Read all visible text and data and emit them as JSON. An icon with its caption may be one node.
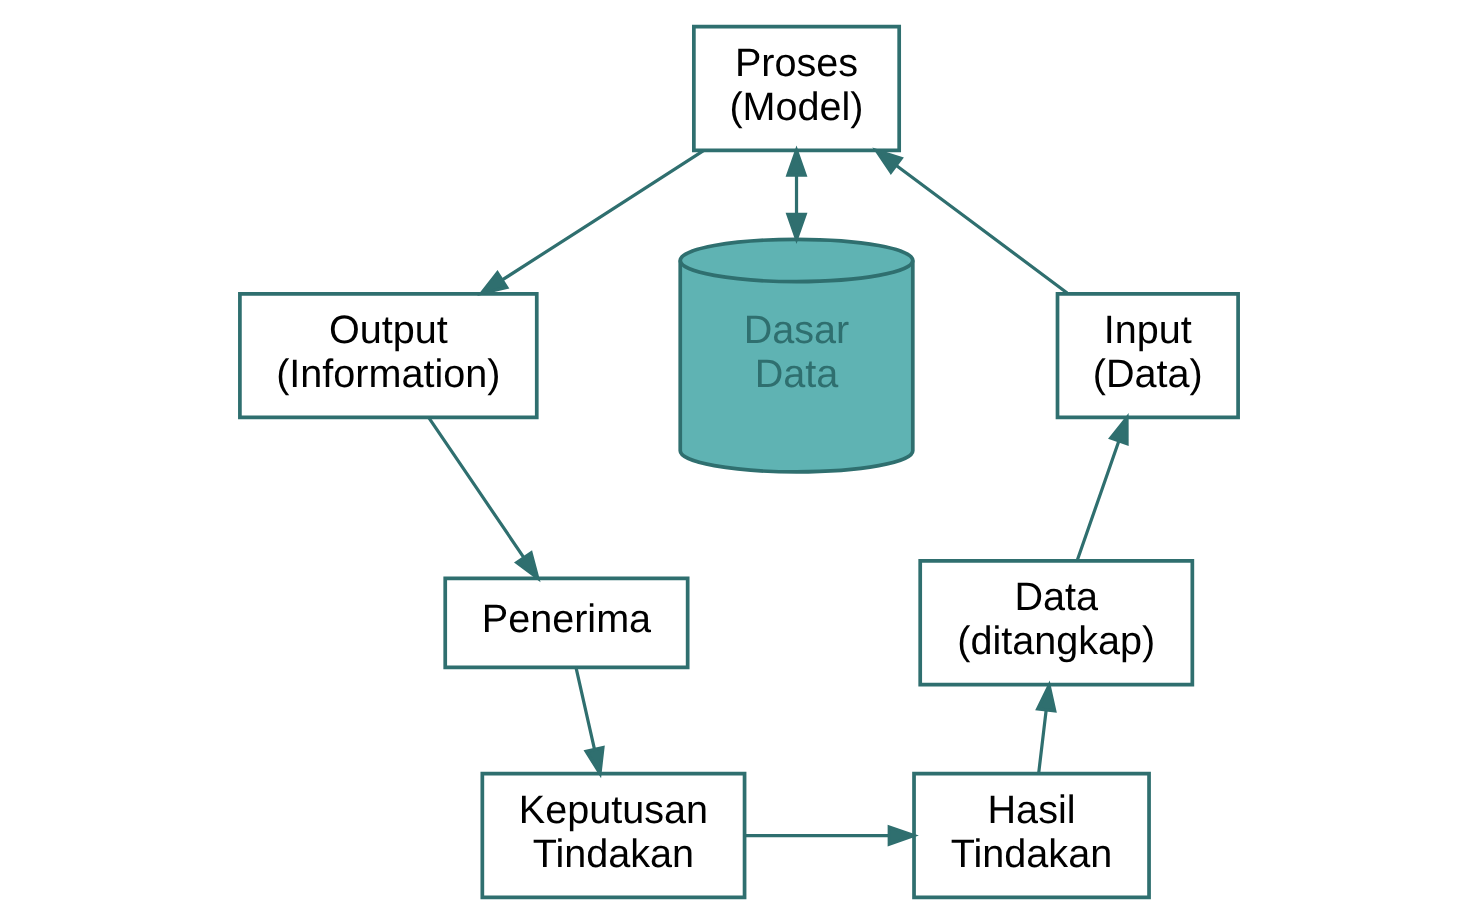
{
  "diagram": {
    "nodes": [
      {
        "text": [
          "Proses (Model)"
        ]
      },
      {
        "text": [
          "Input (Data)"
        ]
      },
      {
        "text": [
          "Output (Information)"
        ]
      },
      {
        "text": [
          "Dasar Data"
        ]
      },
      {
        "text": [
          "Data (ditangkap)"
        ]
      },
      {
        "text": [
          "Penerima"
        ]
      },
      {
        "text": [
          "Hasil Tindakan"
        ]
      },
      {
        "text": [
          "Keputusan Tindakan"
        ]
      }
    ],
    "edges": [
      {
        "from": 1,
        "to": 0,
        "arrow": "to"
      },
      {
        "from": 0,
        "to": 2,
        "arrow": "to"
      },
      {
        "from": 0,
        "to": 3,
        "arrow": "both"
      },
      {
        "from": 2,
        "to": 5,
        "arrow": "to"
      },
      {
        "from": 5,
        "to": 7,
        "arrow": "to"
      },
      {
        "from": 7,
        "to": 6,
        "arrow": "to"
      },
      {
        "from": 6,
        "to": 4,
        "arrow": "to"
      },
      {
        "from": 4,
        "to": 1,
        "arrow": "to"
      }
    ]
  }
}
